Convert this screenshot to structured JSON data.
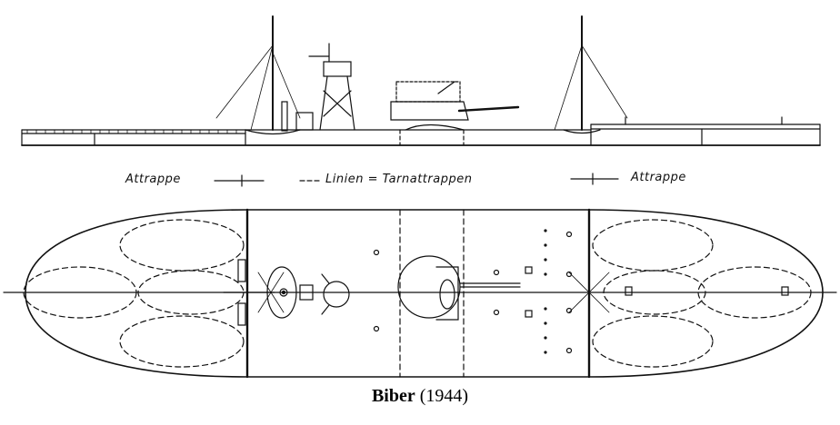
{
  "legend": {
    "left_label": "Attrappe",
    "center_label": "Linien = Tarnattrappen",
    "right_label": "Attrappe"
  },
  "caption": {
    "name": "Biber",
    "year": "(1944)"
  },
  "colors": {
    "ink": "#111111",
    "paper": "#ffffff"
  }
}
